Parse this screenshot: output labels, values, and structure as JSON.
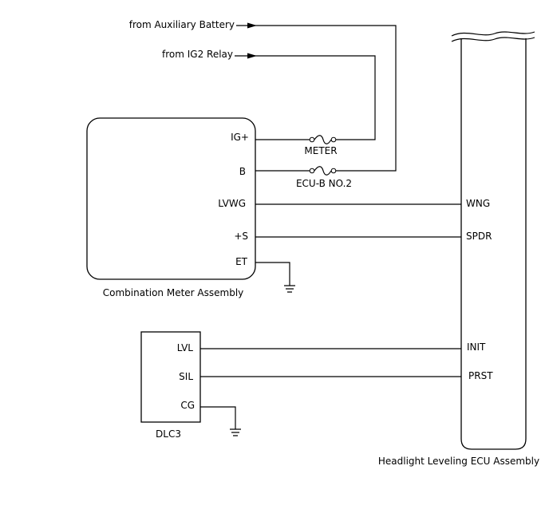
{
  "sources": {
    "aux_battery": "from Auxiliary Battery",
    "ig2_relay": "from IG2 Relay"
  },
  "fuses": {
    "meter": "METER",
    "ecu_b": "ECU-B NO.2"
  },
  "combination_meter": {
    "name": "Combination Meter Assembly",
    "terminals": {
      "ig": "IG+",
      "b": "B",
      "lvwg": "LVWG",
      "s": "+S",
      "et": "ET"
    }
  },
  "dlc3": {
    "name": "DLC3",
    "terminals": {
      "lvl": "LVL",
      "sil": "SIL",
      "cg": "CG"
    }
  },
  "headlight_ecu": {
    "name": "Headlight Leveling ECU Assembly",
    "terminals": {
      "wng": "WNG",
      "spdr": "SPDR",
      "init": "INIT",
      "prst": "PRST"
    }
  }
}
